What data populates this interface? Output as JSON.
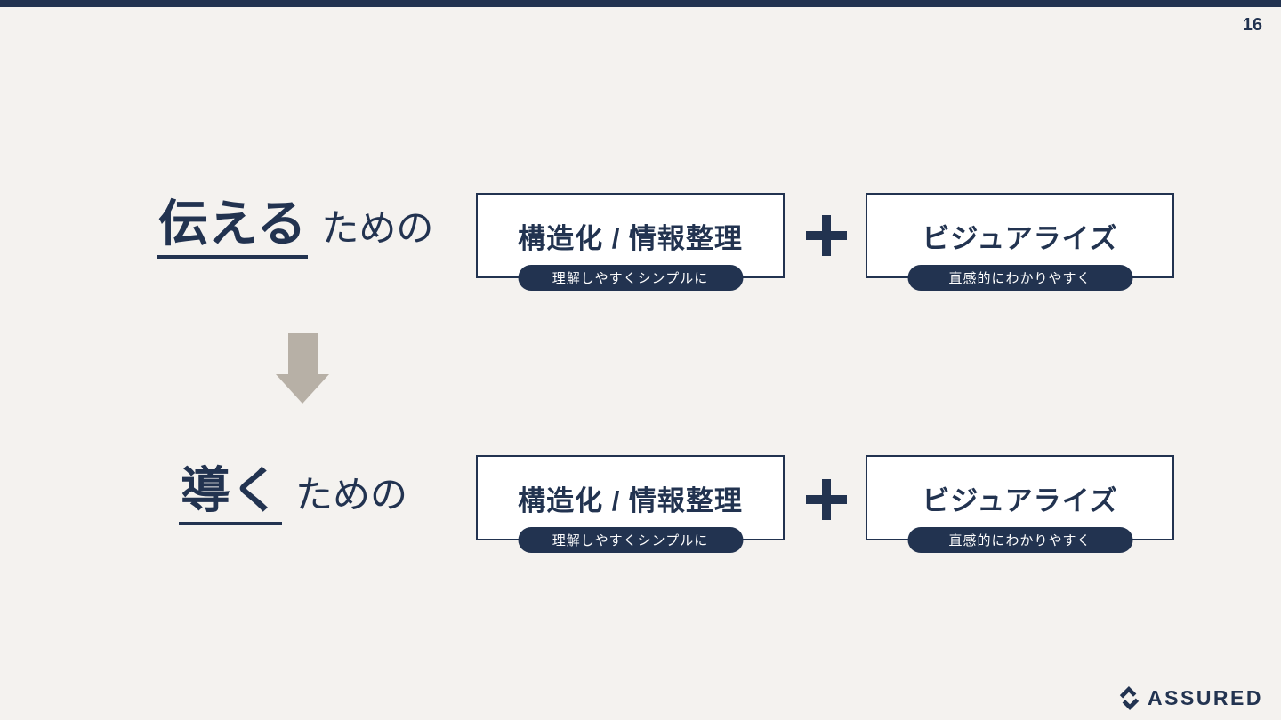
{
  "slide": {
    "page_number": "16",
    "logo_text": "ASSURED"
  },
  "rows": [
    {
      "label_emphasis": "伝える",
      "label_suffix": "ための",
      "operator": "+",
      "boxes": [
        {
          "title": "構造化 / 情報整理",
          "badge": "理解しやすくシンプルに"
        },
        {
          "title": "ビジュアライズ",
          "badge": "直感的にわかりやすく"
        }
      ]
    },
    {
      "label_emphasis": "導く",
      "label_suffix": "ための",
      "operator": "+",
      "boxes": [
        {
          "title": "構造化 / 情報整理",
          "badge": "理解しやすくシンプルに"
        },
        {
          "title": "ビジュアライズ",
          "badge": "直感的にわかりやすく"
        }
      ]
    }
  ],
  "colors": {
    "navy": "#223350",
    "background": "#f4f2ef",
    "arrow_gray": "#b7b0a6",
    "box_fill": "#ffffff"
  }
}
